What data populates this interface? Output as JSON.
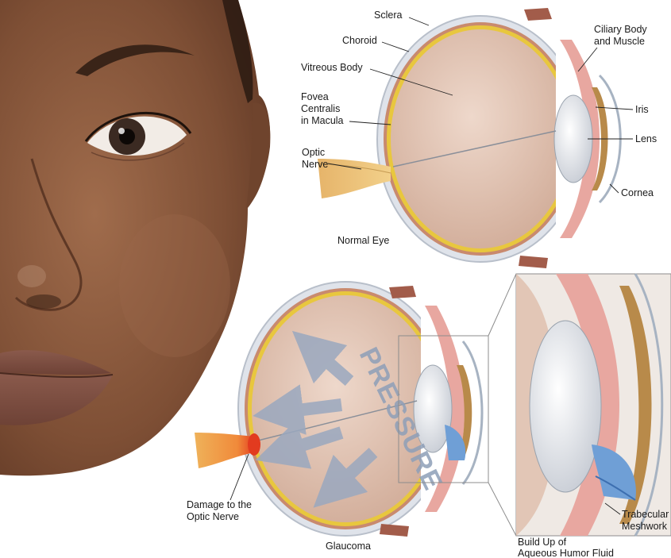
{
  "normal_eye": {
    "caption": "Normal Eye",
    "labels": {
      "sclera": "Sclera",
      "choroid": "Choroid",
      "vitreous": "Vitreous Body",
      "fovea_1": "Fovea",
      "fovea_2": "Centralis",
      "fovea_3": "in Macula",
      "optic_1": "Optic",
      "optic_2": "Nerve",
      "ciliary_1": "Ciliary Body",
      "ciliary_2": "and Muscle",
      "iris": "Iris",
      "lens": "Lens",
      "cornea": "Cornea"
    }
  },
  "glaucoma_eye": {
    "caption": "Glaucoma",
    "pressure_text": "PRESSURE",
    "labels": {
      "damage_1": "Damage to the",
      "damage_2": "Optic Nerve"
    }
  },
  "detail": {
    "caption_1": "Build Up of",
    "caption_2": "Aqueous Humor Fluid",
    "trabecular_1": "Trabecular",
    "trabecular_2": "Meshwork"
  },
  "colors": {
    "sclera": "#dfe3ea",
    "choroid": "#c98a6e",
    "retina": "#e8c73e",
    "vitreous": "#e2c6b6",
    "skin": "#8a5a3e",
    "pressure": "#8e9fb8",
    "fluid": "#6f9fd6"
  }
}
